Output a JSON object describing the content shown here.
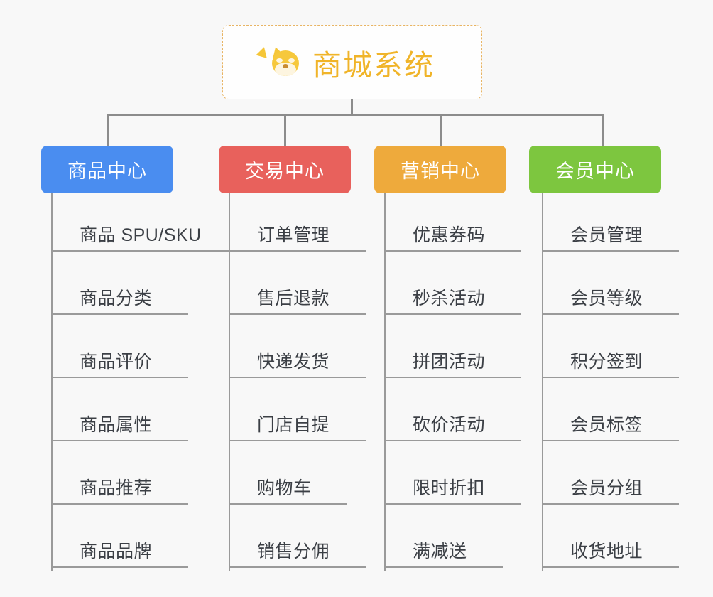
{
  "root": {
    "icon": "dog-face-icon",
    "title": "商城系统",
    "title_color": "#f0b429",
    "border_color": "#e8b463"
  },
  "connector_color": "#8c8c8c",
  "categories": [
    {
      "id": "product-center",
      "label": "商品中心",
      "color": "#4a8df0",
      "items": [
        "商品 SPU/SKU",
        "商品分类",
        "商品评价",
        "商品属性",
        "商品推荐",
        "商品品牌"
      ]
    },
    {
      "id": "trade-center",
      "label": "交易中心",
      "color": "#e8615c",
      "items": [
        "订单管理",
        "售后退款",
        "快递发货",
        "门店自提",
        "购物车",
        "销售分佣"
      ]
    },
    {
      "id": "marketing-center",
      "label": "营销中心",
      "color": "#eeaa3c",
      "items": [
        "优惠券码",
        "秒杀活动",
        "拼团活动",
        "砍价活动",
        "限时折扣",
        "满减送"
      ]
    },
    {
      "id": "member-center",
      "label": "会员中心",
      "color": "#7dc63f",
      "items": [
        "会员管理",
        "会员等级",
        "积分签到",
        "会员标签",
        "会员分组",
        "收货地址"
      ]
    }
  ]
}
